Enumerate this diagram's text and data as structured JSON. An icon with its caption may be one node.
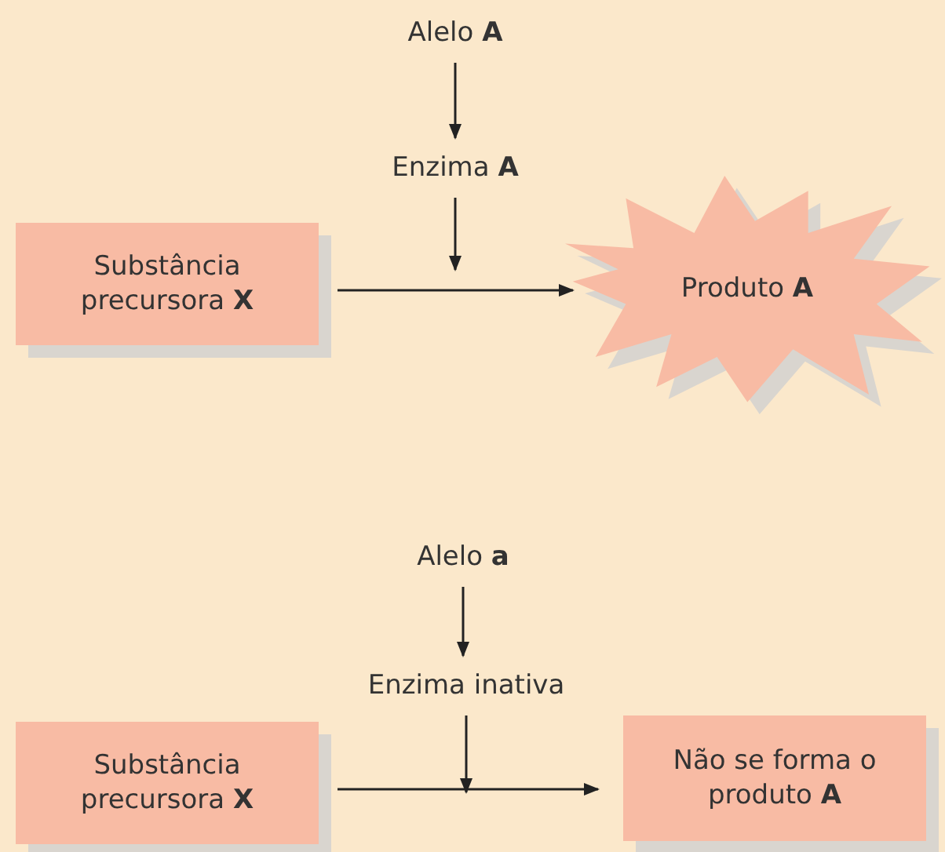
{
  "diagram": {
    "nodes": [
      {
        "text": [
          "Alelo **A**"
        ]
      },
      {
        "text": [
          "Enzima **A**"
        ]
      },
      {
        "text": [
          "Substância precursora **X**"
        ]
      },
      {
        "text": [
          "Produto **A**"
        ]
      },
      {
        "text": [
          "Alelo **a**"
        ]
      },
      {
        "text": [
          "Enzima inativa"
        ]
      },
      {
        "text": [
          "Substância precursora **X**"
        ]
      },
      {
        "text": [
          "Não se forma o produto **A**"
        ]
      }
    ],
    "edges": [
      {
        "from": 0,
        "to": 1,
        "arrow": "to"
      },
      {
        "from": 1,
        "to": null,
        "arrow": "to"
      },
      {
        "from": 2,
        "to": 3,
        "arrow": "to"
      },
      {
        "from": 4,
        "to": 5,
        "arrow": "to"
      },
      {
        "from": 5,
        "to": null,
        "arrow": "to"
      },
      {
        "from": 6,
        "to": 7,
        "arrow": "to"
      }
    ]
  }
}
